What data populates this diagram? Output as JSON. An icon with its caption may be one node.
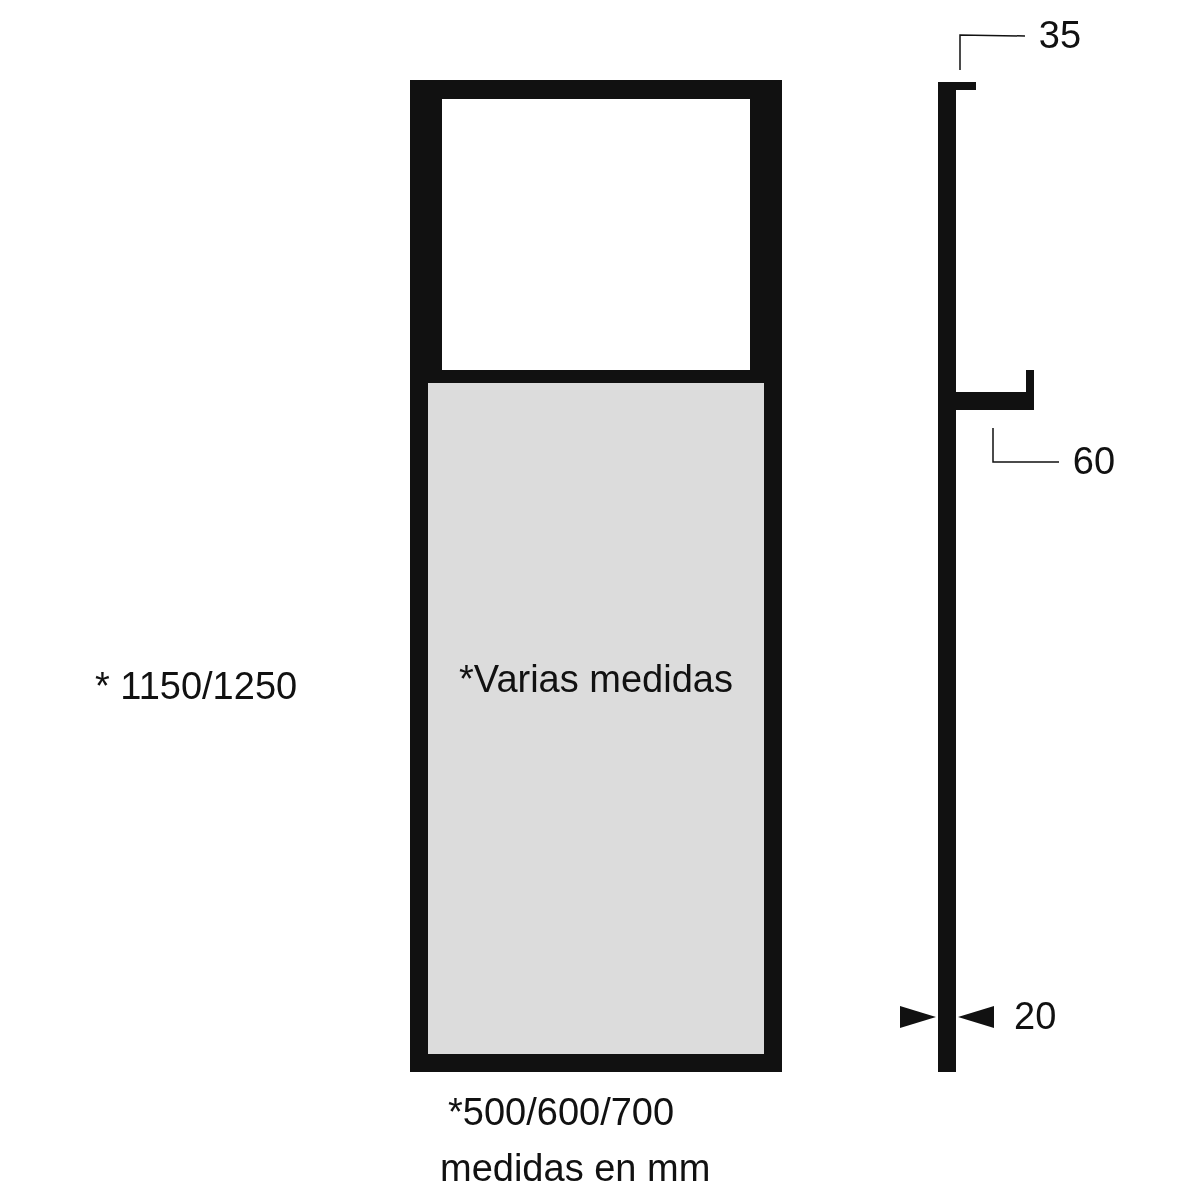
{
  "diagram": {
    "nodes": [
      {
        "text": [
          "*Varias medidas"
        ]
      },
      {
        "text": [
          "35"
        ]
      },
      {
        "text": [
          "60"
        ]
      }
    ],
    "edges": [
      {
        "from": 1,
        "to": null,
        "arrow": "none"
      },
      {
        "from": 2,
        "to": null,
        "arrow": "none"
      }
    ],
    "labels": [
      "* 1150/1250",
      "20",
      "*500/600/700",
      "medidas en mm"
    ]
  }
}
